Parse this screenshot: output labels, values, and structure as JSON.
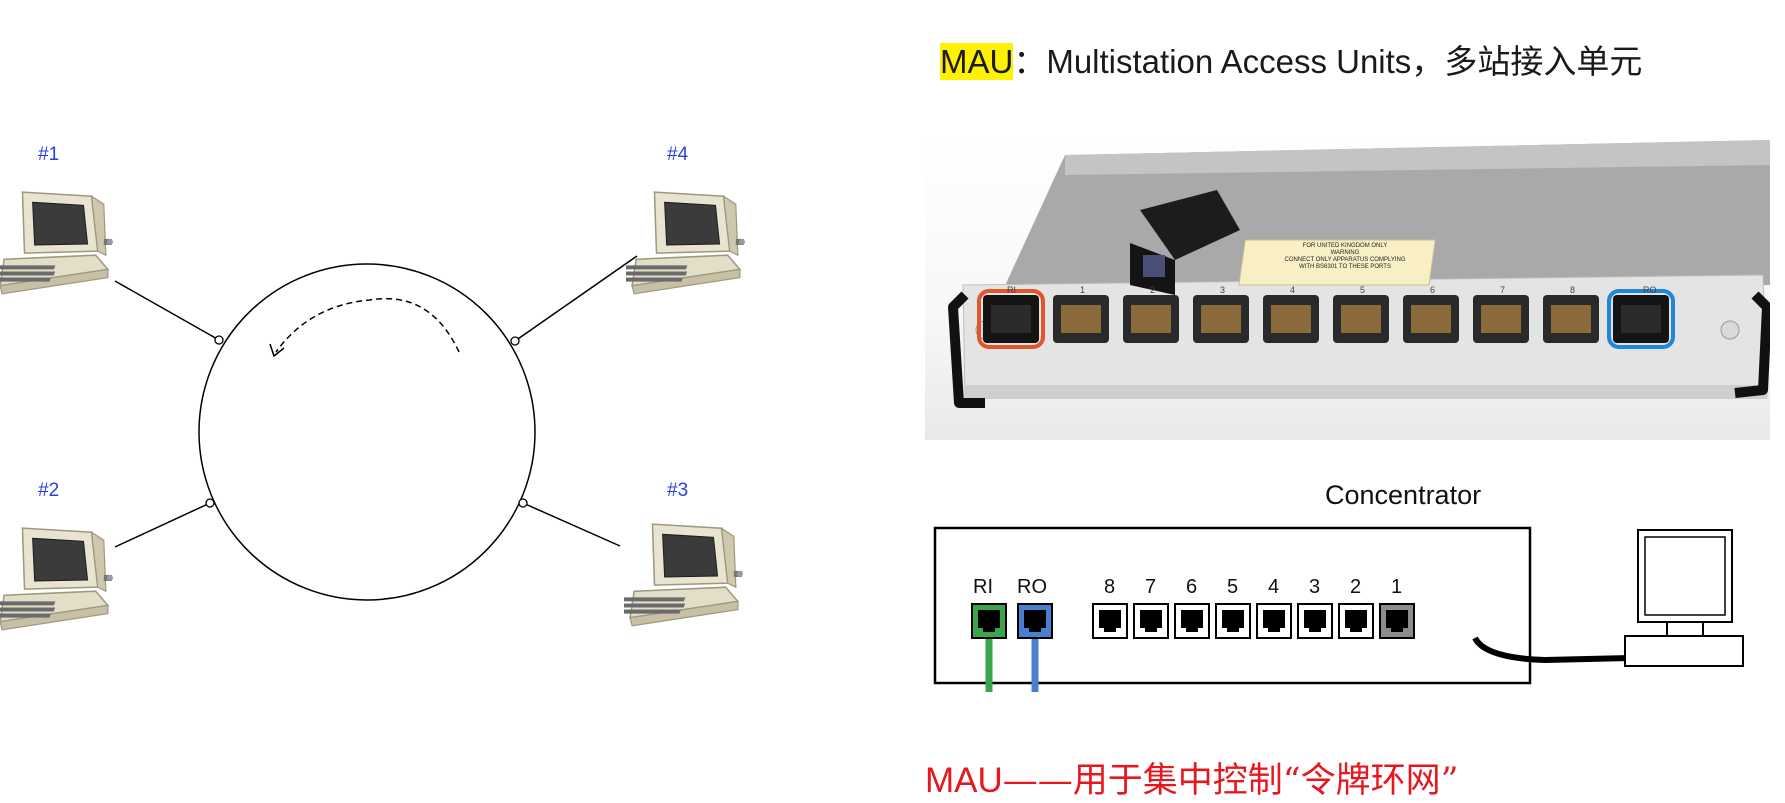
{
  "stations": [
    {
      "label": "#1"
    },
    {
      "label": "#2"
    },
    {
      "label": "#3"
    },
    {
      "label": "#4"
    }
  ],
  "header": {
    "acronym": "MAU",
    "separator": "：",
    "expansion": "Multistation Access Units，",
    "chinese": "多站接入单元"
  },
  "photo": {
    "sticker_lines": [
      "FOR UNITED KINGDOM ONLY",
      "WARNING",
      "CONNECT ONLY APPARATUS COMPLYING",
      "WITH BS6301 TO THESE PORTS"
    ],
    "port_labels": [
      "RI",
      "1",
      "2",
      "3",
      "4",
      "5",
      "6",
      "7",
      "8",
      "RO"
    ]
  },
  "concentrator": {
    "title": "Concentrator",
    "ri_label": "RI",
    "ro_label": "RO",
    "ports": [
      "8",
      "7",
      "6",
      "5",
      "4",
      "3",
      "2",
      "1"
    ]
  },
  "colors": {
    "station_label": "#2b3fe0",
    "highlight": "#fff200",
    "caption": "#e8171f",
    "ri_cable": "#3aa54a",
    "ro_cable": "#4a7fd0",
    "photo_ri_ring": "#e2542a",
    "photo_ro_ring": "#1f86d8"
  },
  "caption": {
    "latin": "MAU",
    "rest": "——用于集中控制“令牌环网”"
  }
}
